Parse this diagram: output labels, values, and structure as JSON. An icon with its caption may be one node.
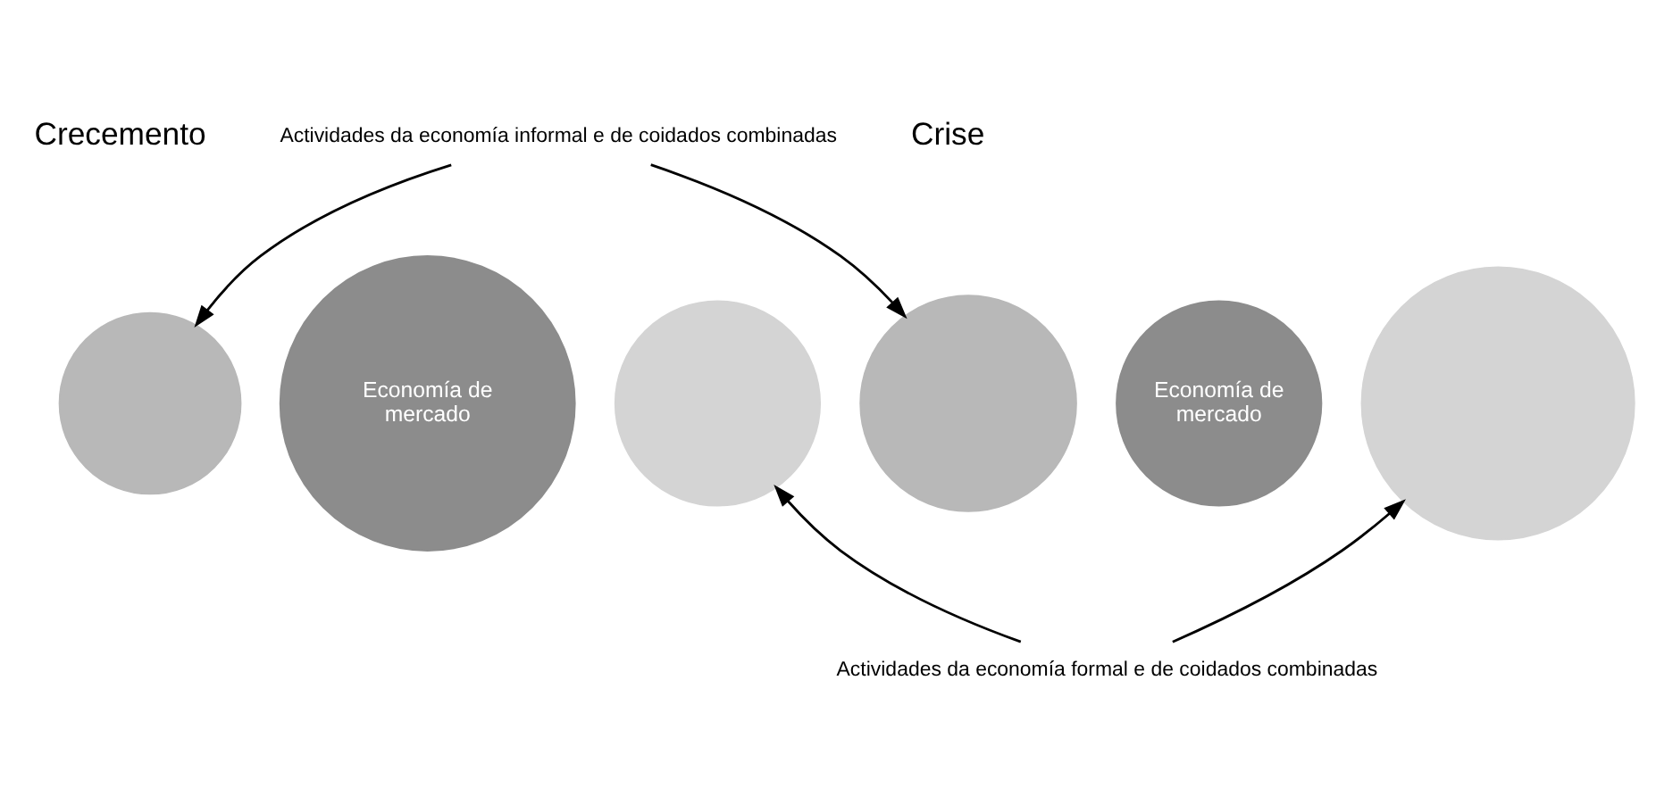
{
  "diagram": {
    "nodes": [
      {
        "text": [],
        "shape": "circle"
      },
      {
        "text": [
          "Economía de mercado"
        ]
      },
      {
        "text": [],
        "shape": "circle"
      },
      {
        "text": [],
        "shape": "circle"
      },
      {
        "text": [
          "Economía de mercado"
        ]
      },
      {
        "text": [],
        "shape": "circle"
      },
      {
        "text": [
          "Actividades da economía informal e de coidados combinadas"
        ]
      },
      {
        "text": [
          "Actividades da economía formal e de coidados combinadas"
        ]
      }
    ],
    "edges": [
      {
        "from": 6,
        "to": 0,
        "arrow": "to"
      },
      {
        "from": 6,
        "to": 3,
        "arrow": "to"
      },
      {
        "from": 7,
        "to": 2,
        "arrow": "to"
      },
      {
        "from": 7,
        "to": 5,
        "arrow": "to"
      }
    ],
    "labels": [
      "Crecemento",
      "Crise"
    ]
  }
}
